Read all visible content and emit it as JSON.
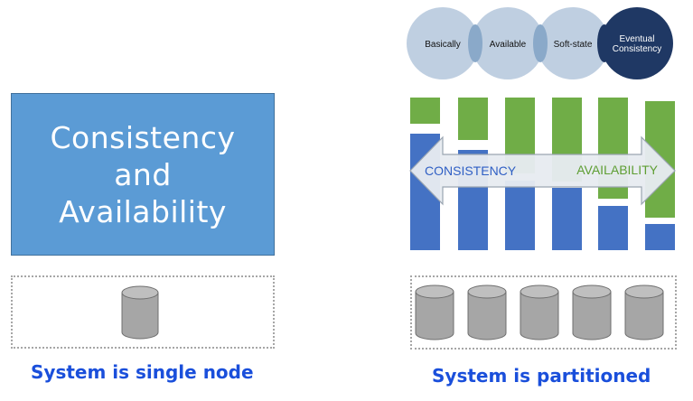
{
  "left": {
    "box_lines": [
      "Consistency",
      "and",
      "Availability"
    ],
    "caption": "System is single node",
    "color_box": "#5b9bd5"
  },
  "right": {
    "base_circles": [
      {
        "label": "Basically",
        "dark": false
      },
      {
        "label": "Available",
        "dark": false
      },
      {
        "label": "Soft-state",
        "dark": false
      },
      {
        "label_lines": [
          "Eventual",
          "Consistency"
        ],
        "dark": true
      }
    ],
    "arrow_left_label": "CONSISTENCY",
    "arrow_right_label": "AVAILABILITY",
    "caption": "System is partitioned",
    "node_count": 5,
    "color_consistency": "#4472c4",
    "color_availability": "#70ad47"
  }
}
